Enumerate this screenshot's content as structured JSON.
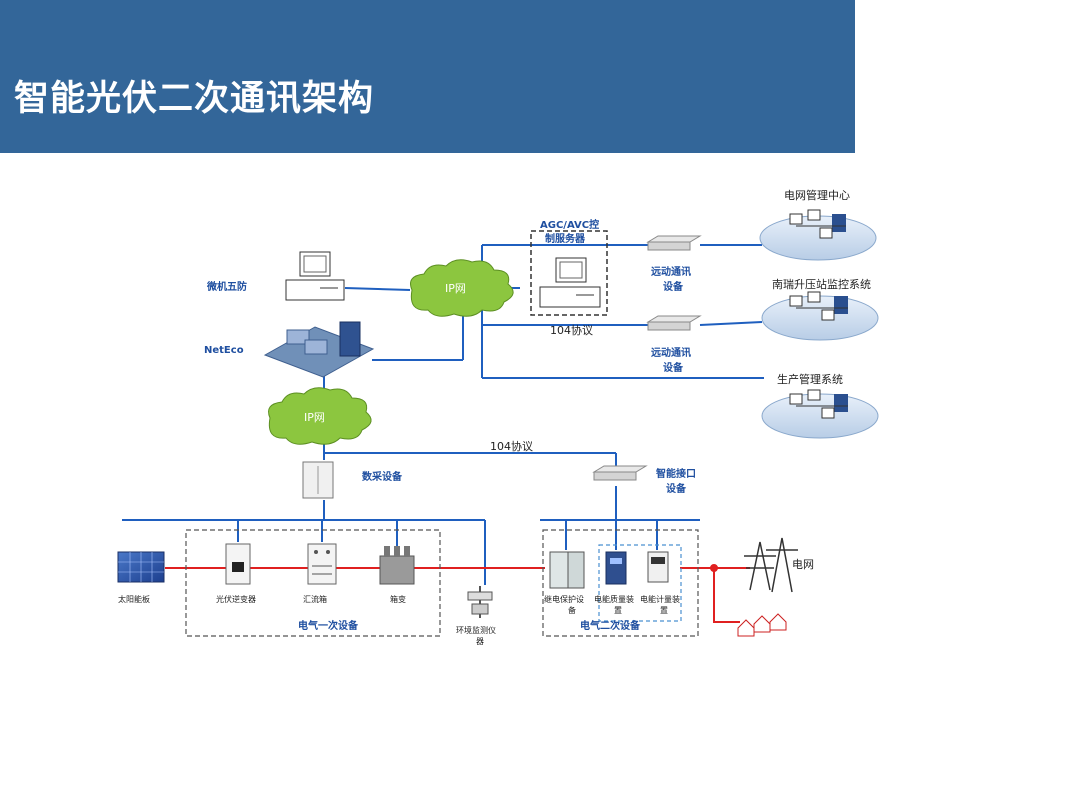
{
  "slide": {
    "title": "智能光伏二次通讯架构"
  },
  "colors": {
    "title_bg": "#336699",
    "link": "#1f5fbf",
    "power": "#e02020",
    "label": "#1f4fa0",
    "cloud": "#8cc63f"
  },
  "diagram": {
    "nodes": {
      "grid_center": "电网管理中心",
      "nari_monitor": "南瑞升压站监控系统",
      "prod_mgmt": "生产管理系统",
      "agc_line1": "AGC/AVC控",
      "agc_line2": "制服务器",
      "proto_top": "104协议",
      "telecom1_line1": "远动通讯",
      "telecom1_line2": "设备",
      "telecom2_line1": "远动通讯",
      "telecom2_line2": "设备",
      "five_prevention": "微机五防",
      "netEco": "NetEco",
      "ip_net_top": "IP网",
      "ip_net_mid": "IP网",
      "proto_mid": "104协议",
      "data_acq": "数采设备",
      "smart_if_line1": "智能接口",
      "smart_if_line2": "设备",
      "solar_panel": "太阳能板",
      "pv_inverter": "光伏逆变器",
      "combiner": "汇流箱",
      "box_transformer": "箱变",
      "env_monitor_line1": "环境监测仪",
      "env_monitor_line2": "器",
      "relay_line1": "继电保护设",
      "relay_line2": "备",
      "pq_line1": "电能质量装",
      "pq_line2": "置",
      "meter_line1": "电能计量装",
      "meter_line2": "置",
      "grid": "电网",
      "group_primary": "电气一次设备",
      "group_secondary": "电气二次设备"
    }
  }
}
